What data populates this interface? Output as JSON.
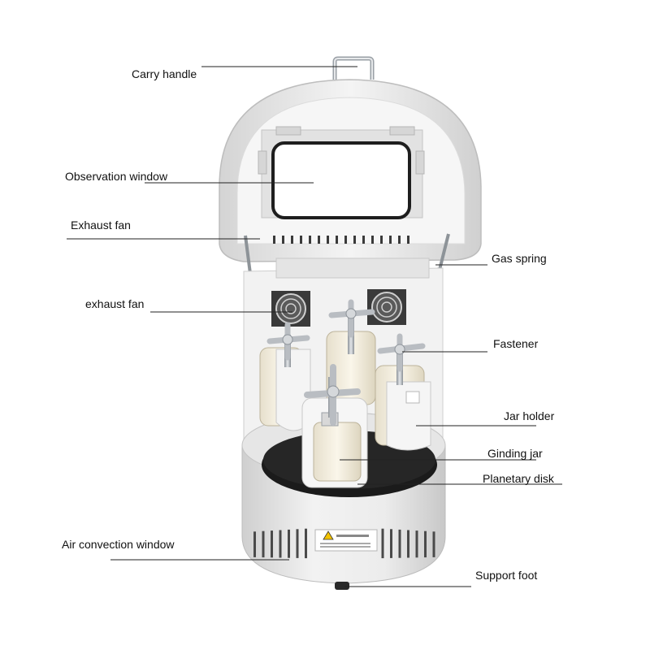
{
  "labels": {
    "carry_handle": "Carry handle",
    "observation_window": "Observation window",
    "exhaust_fan_top": "Exhaust fan",
    "exhaust_fan_lower": "exhaust fan",
    "gas_spring": "Gas spring",
    "fastener": "Fastener",
    "jar_holder": "Jar holder",
    "grinding_jar": "Ginding jar",
    "planetary_disk": "Planetary disk",
    "air_convection_window": "Air convection window",
    "support_foot": "Support foot"
  },
  "colors": {
    "body": "#ececec",
    "body_shadow": "#d2d2d2",
    "lid_inner": "#f7f7f7",
    "disk": "#1c1c1c",
    "jar": "#f3eee0",
    "metal": "#b9bdc2",
    "leader_line": "#222222"
  }
}
